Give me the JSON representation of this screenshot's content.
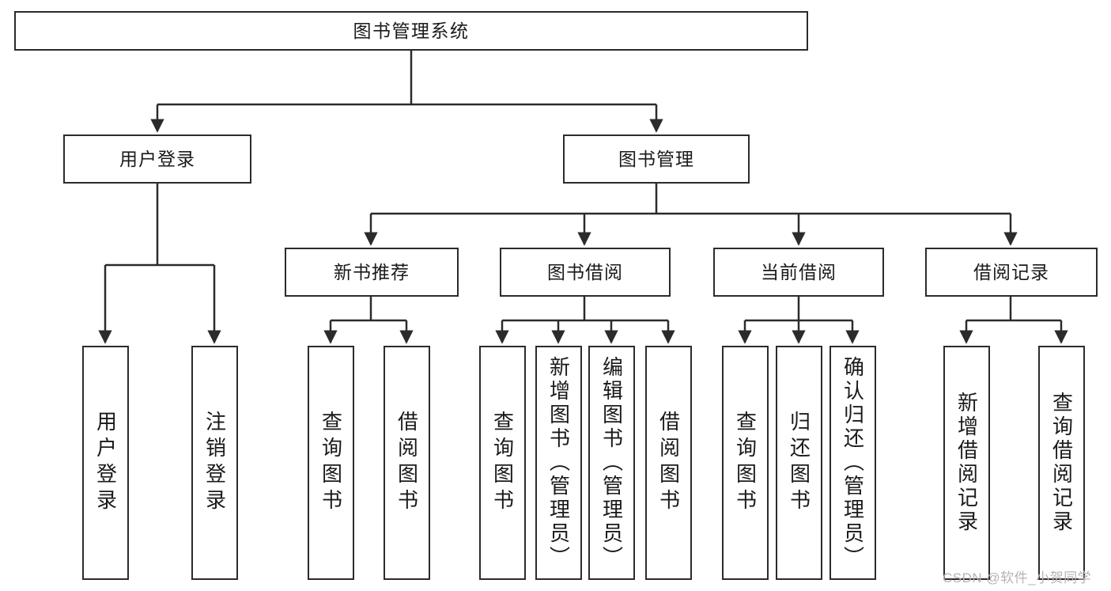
{
  "diagram": {
    "title": "图书管理系统",
    "type": "tree-hierarchy",
    "root": {
      "id": "root",
      "label": "图书管理系统"
    },
    "level2": [
      {
        "id": "user-login",
        "label": "用户登录"
      },
      {
        "id": "book-manage",
        "label": "图书管理"
      }
    ],
    "level3": [
      {
        "id": "new-book-recommend",
        "label": "新书推荐",
        "parent": "book-manage"
      },
      {
        "id": "book-borrow",
        "label": "图书借阅",
        "parent": "book-manage"
      },
      {
        "id": "current-borrow",
        "label": "当前借阅",
        "parent": "book-manage"
      },
      {
        "id": "borrow-record",
        "label": "借阅记录",
        "parent": "book-manage"
      }
    ],
    "leaves": {
      "user_login": [
        {
          "id": "leaf-user-login",
          "label": "用户登录"
        },
        {
          "id": "leaf-user-logout",
          "label": "注销登录"
        }
      ],
      "new_book_recommend": [
        {
          "id": "leaf-query-book-1",
          "label": "查询图书"
        },
        {
          "id": "leaf-borrow-book-1",
          "label": "借阅图书"
        }
      ],
      "book_borrow": [
        {
          "id": "leaf-query-book-2",
          "label": "查询图书"
        },
        {
          "id": "leaf-add-book",
          "label": "新增图书（管理员）"
        },
        {
          "id": "leaf-edit-book",
          "label": "编辑图书（管理员）"
        },
        {
          "id": "leaf-borrow-book-2",
          "label": "借阅图书"
        }
      ],
      "current_borrow": [
        {
          "id": "leaf-query-book-3",
          "label": "查询图书"
        },
        {
          "id": "leaf-return-book",
          "label": "归还图书"
        },
        {
          "id": "leaf-confirm-return",
          "label": "确认归还（管理员）"
        }
      ],
      "borrow_record": [
        {
          "id": "leaf-add-record",
          "label": "新增借阅记录"
        },
        {
          "id": "leaf-query-record",
          "label": "查询借阅记录"
        }
      ]
    }
  },
  "watermark": {
    "text": "CSDN @软件_小贺同学"
  },
  "colors": {
    "stroke": "#2b2b2b",
    "fill": "#ffffff",
    "text": "#1a1a1a",
    "watermark": "#b4b4b4"
  }
}
